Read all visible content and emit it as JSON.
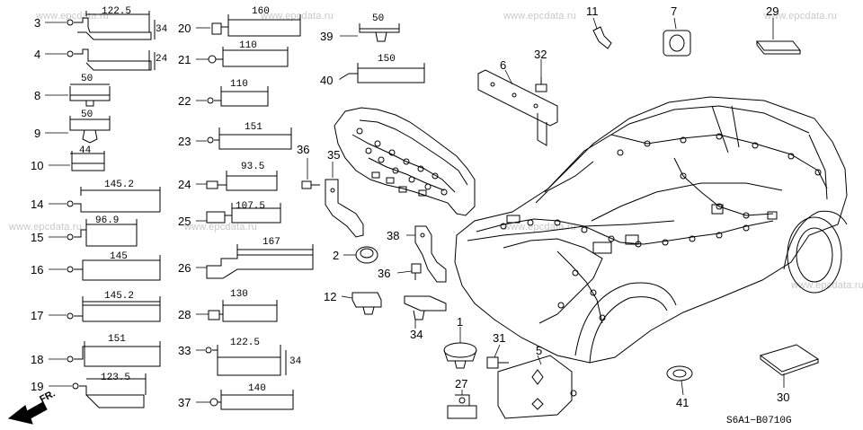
{
  "watermark": "www.epcdata.ru",
  "diagram_code": "S6A1−B0710G",
  "fr_label": "FR.",
  "labels": {
    "p1": "1",
    "p2": "2",
    "p3": "3",
    "p4": "4",
    "p5": "5",
    "p6": "6",
    "p7": "7",
    "p8": "8",
    "p9": "9",
    "p10": "10",
    "p11": "11",
    "p12": "12",
    "p14": "14",
    "p15": "15",
    "p16": "16",
    "p17": "17",
    "p18": "18",
    "p19": "19",
    "p20": "20",
    "p21": "21",
    "p22": "22",
    "p23": "23",
    "p24": "24",
    "p25": "25",
    "p26": "26",
    "p27": "27",
    "p28": "28",
    "p29": "29",
    "p30": "30",
    "p31": "31",
    "p32": "32",
    "p33": "33",
    "p34a": "34",
    "p35": "35",
    "p36a": "36",
    "p36b": "36",
    "p37": "37",
    "p38": "38",
    "p39": "39",
    "p40": "40",
    "p41": "41"
  },
  "dims": {
    "d3": "122.5",
    "d3h": "34",
    "d4h": "24",
    "d8": "50",
    "d9": "50",
    "d10": "44",
    "d14": "145.2",
    "d15": "96.9",
    "d16": "145",
    "d17": "145.2",
    "d18": "151",
    "d19": "123.5",
    "d20": "160",
    "d21": "110",
    "d22": "110",
    "d23": "151",
    "d24": "93.5",
    "d25": "107.5",
    "d26": "167",
    "d28": "130",
    "d33": "122.5",
    "d33h": "34",
    "d37": "140",
    "d39": "50",
    "d40": "150"
  }
}
